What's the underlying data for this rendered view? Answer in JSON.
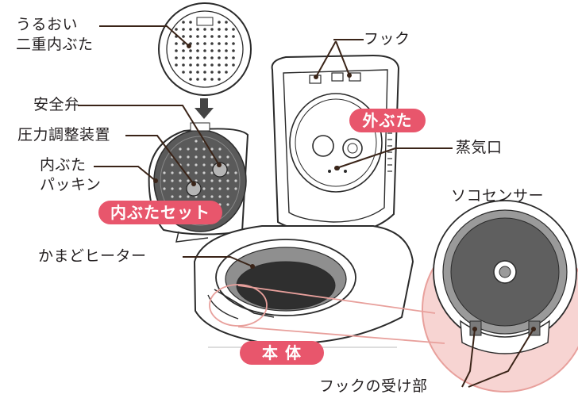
{
  "labels": {
    "uruoi_line1": "うるおい",
    "uruoi_line2": "二重内ぶた",
    "anzenben": "安全弁",
    "atsuryoku": "圧力調整装置",
    "packing_line1": "内ぶた",
    "packing_line2": "パッキン",
    "hook": "フック",
    "jouki": "蒸気口",
    "sensor": "ソコセンサー",
    "heater": "かまどヒーター",
    "hook_receiver": "フックの受け部"
  },
  "badges": {
    "outer_lid": "外ぶた",
    "inner_lid_set": "内ぶたセット",
    "body": "本 体"
  },
  "colors": {
    "badge": "#e8566c",
    "zoom_fill": "#f7d4d2",
    "zoom_stroke": "#e8a09c",
    "leader": "#3a2418",
    "outline": "#2b2b2b",
    "dark_plate": "#5a5a5a",
    "metal": "#9a9a9a"
  }
}
